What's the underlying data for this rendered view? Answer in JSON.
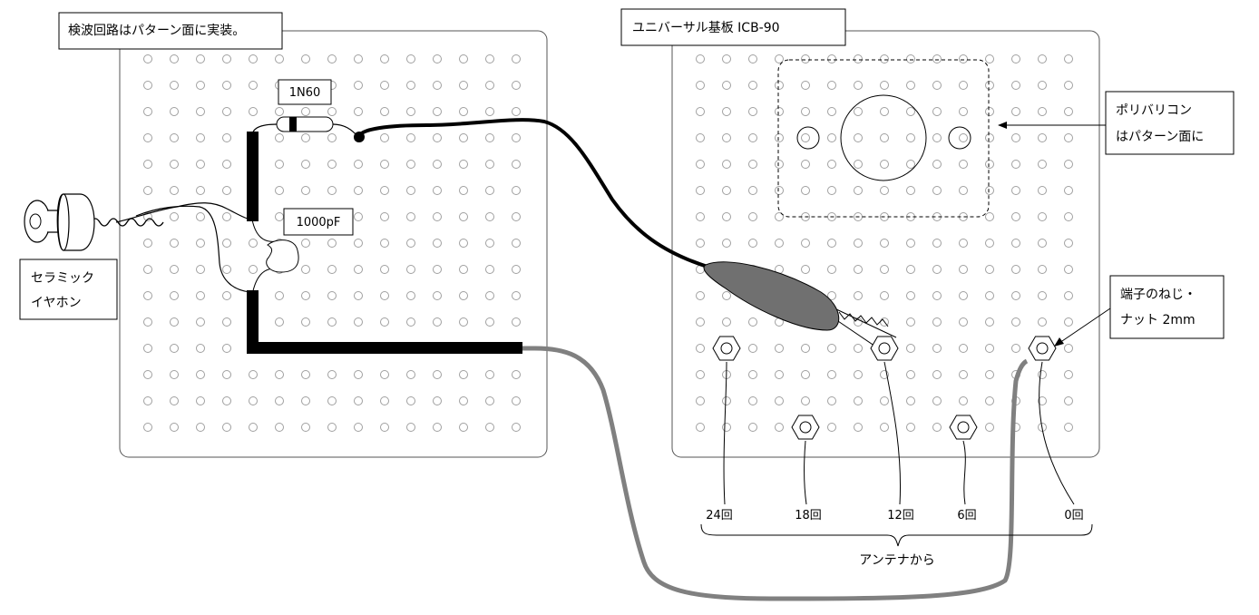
{
  "labels": {
    "left_board_note": "検波回路はパターン面に実装。",
    "right_board_title": "ユニバーサル基板 ICB-90",
    "diode": "1N60",
    "capacitor": "1000pF",
    "earphone_line1": "セラミック",
    "earphone_line2": "イヤホン",
    "polyvaricon_line1": "ポリバリコン",
    "polyvaricon_line2": "はパターン面に",
    "terminal_line1": "端子のねじ・",
    "terminal_line2": "ナット 2mm",
    "antenna_caption": "アンテナから"
  },
  "terminals": [
    "24回",
    "18回",
    "12回",
    "6回",
    "0回"
  ],
  "colors": {
    "wire_black": "#000000",
    "wire_gray": "#808080",
    "clip_fill": "#707070",
    "hole_stroke": "#a0a0a0"
  }
}
